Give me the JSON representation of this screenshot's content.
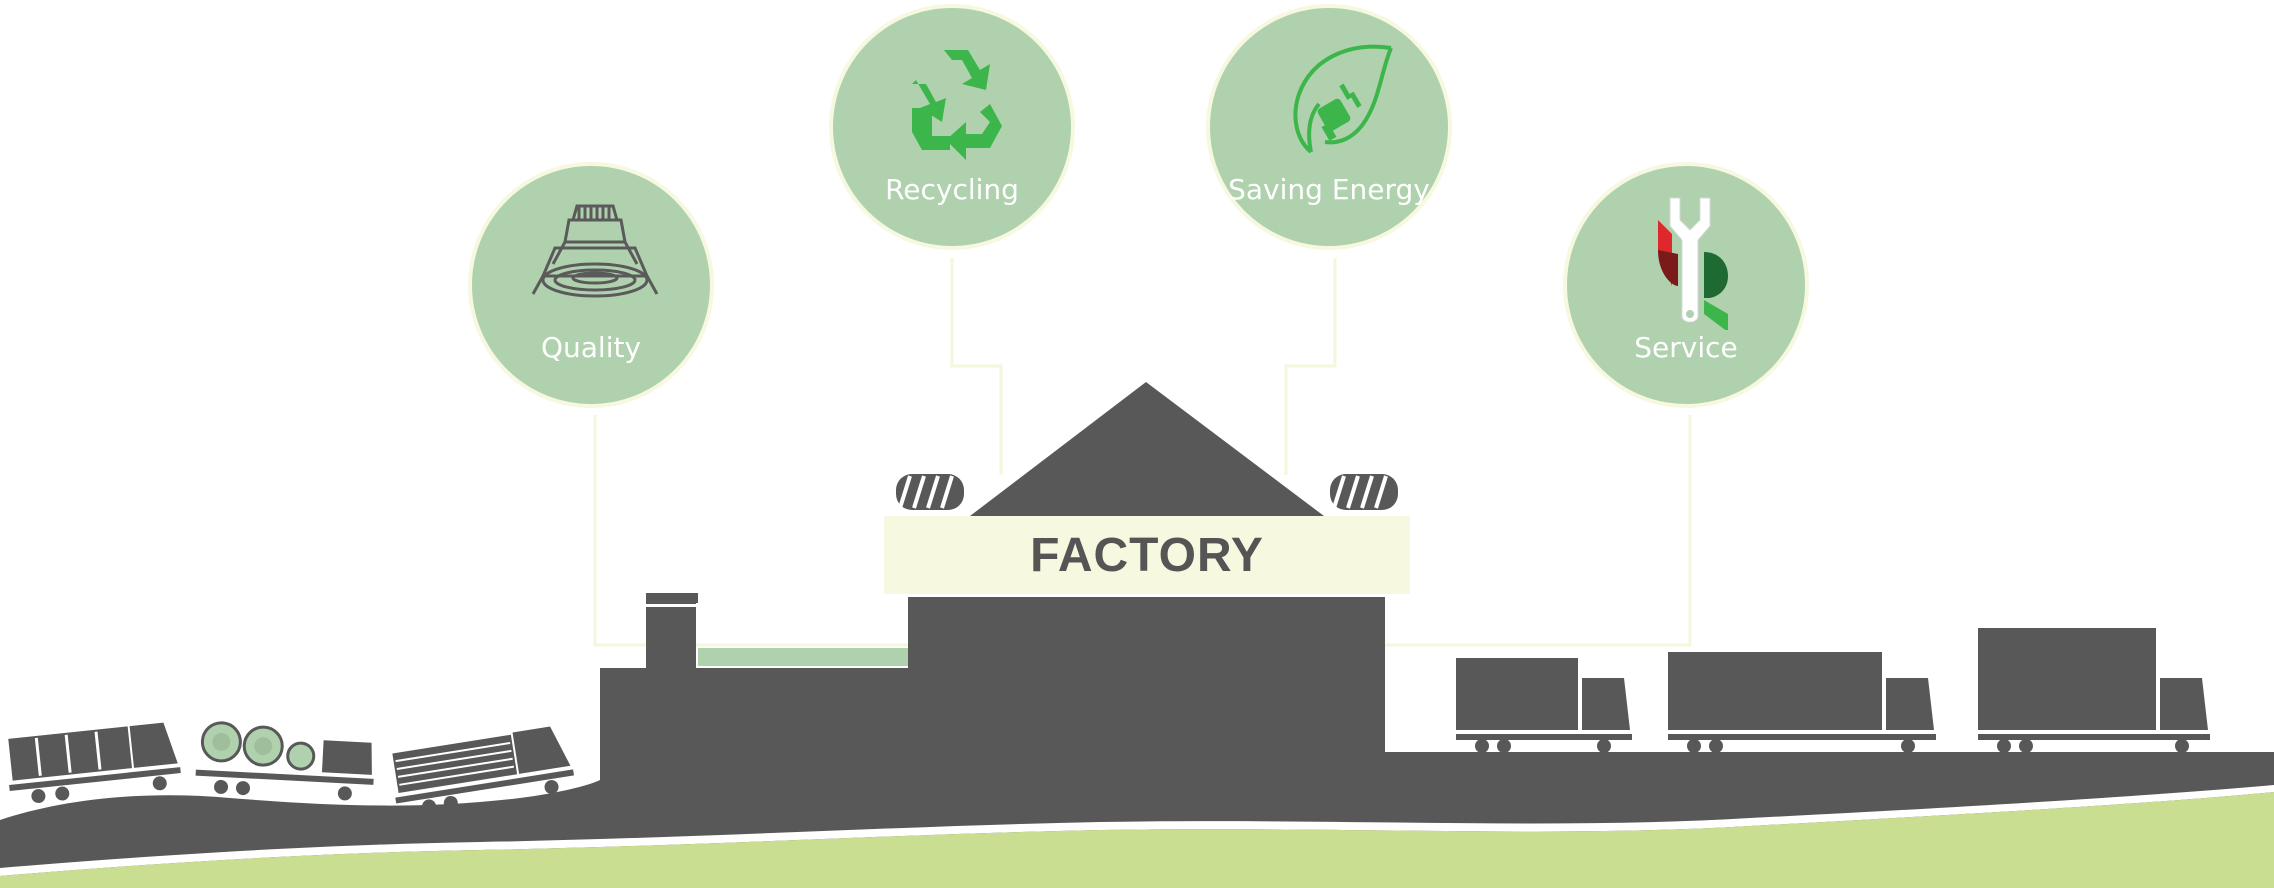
{
  "factory": {
    "label": "FACTORY"
  },
  "features": [
    {
      "label": "Quality",
      "icon": "downlight-icon"
    },
    {
      "label": "Recycling",
      "icon": "recycle-icon"
    },
    {
      "label": "Saving Energy",
      "icon": "leaf-plug-icon"
    },
    {
      "label": "Service",
      "icon": "wrench-icon"
    }
  ],
  "colors": {
    "bubble": "#b0d1ad",
    "bubble_border": "#f6f8df",
    "ground_dark": "#585858",
    "ground_green": "#c9de91",
    "recycle_green": "#3cb64a",
    "service_red": "#e0272b",
    "service_dark_green": "#1f6a32"
  }
}
